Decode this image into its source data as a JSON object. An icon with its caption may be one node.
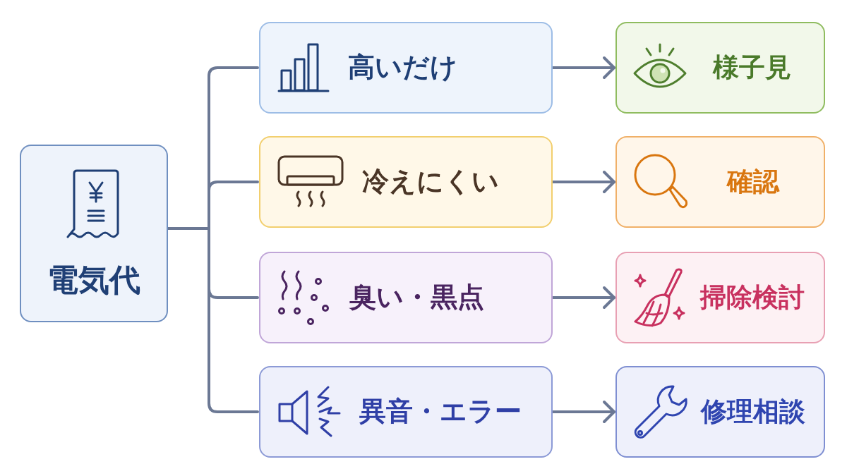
{
  "diagram": {
    "nodes": [
      {
        "text": [
          "電気代"
        ]
      },
      {
        "text": [
          "高いだけ"
        ]
      },
      {
        "text": [
          "冷えにくい"
        ]
      },
      {
        "text": [
          "臭い・黒点"
        ]
      },
      {
        "text": [
          "異音・エラー"
        ]
      },
      {
        "text": [
          "様子見"
        ]
      },
      {
        "text": [
          "確認"
        ]
      },
      {
        "text": [
          "掃除検討"
        ]
      },
      {
        "text": [
          "修理相談"
        ]
      }
    ],
    "edges": [
      {
        "from": 0,
        "to": 1,
        "arrow": "none"
      },
      {
        "from": 0,
        "to": 2,
        "arrow": "none"
      },
      {
        "from": 0,
        "to": 3,
        "arrow": "none"
      },
      {
        "from": 0,
        "to": 4,
        "arrow": "none"
      },
      {
        "from": 1,
        "to": 5,
        "arrow": "to"
      },
      {
        "from": 2,
        "to": 6,
        "arrow": "to"
      },
      {
        "from": 3,
        "to": 7,
        "arrow": "to"
      },
      {
        "from": 4,
        "to": 8,
        "arrow": "to"
      }
    ]
  }
}
